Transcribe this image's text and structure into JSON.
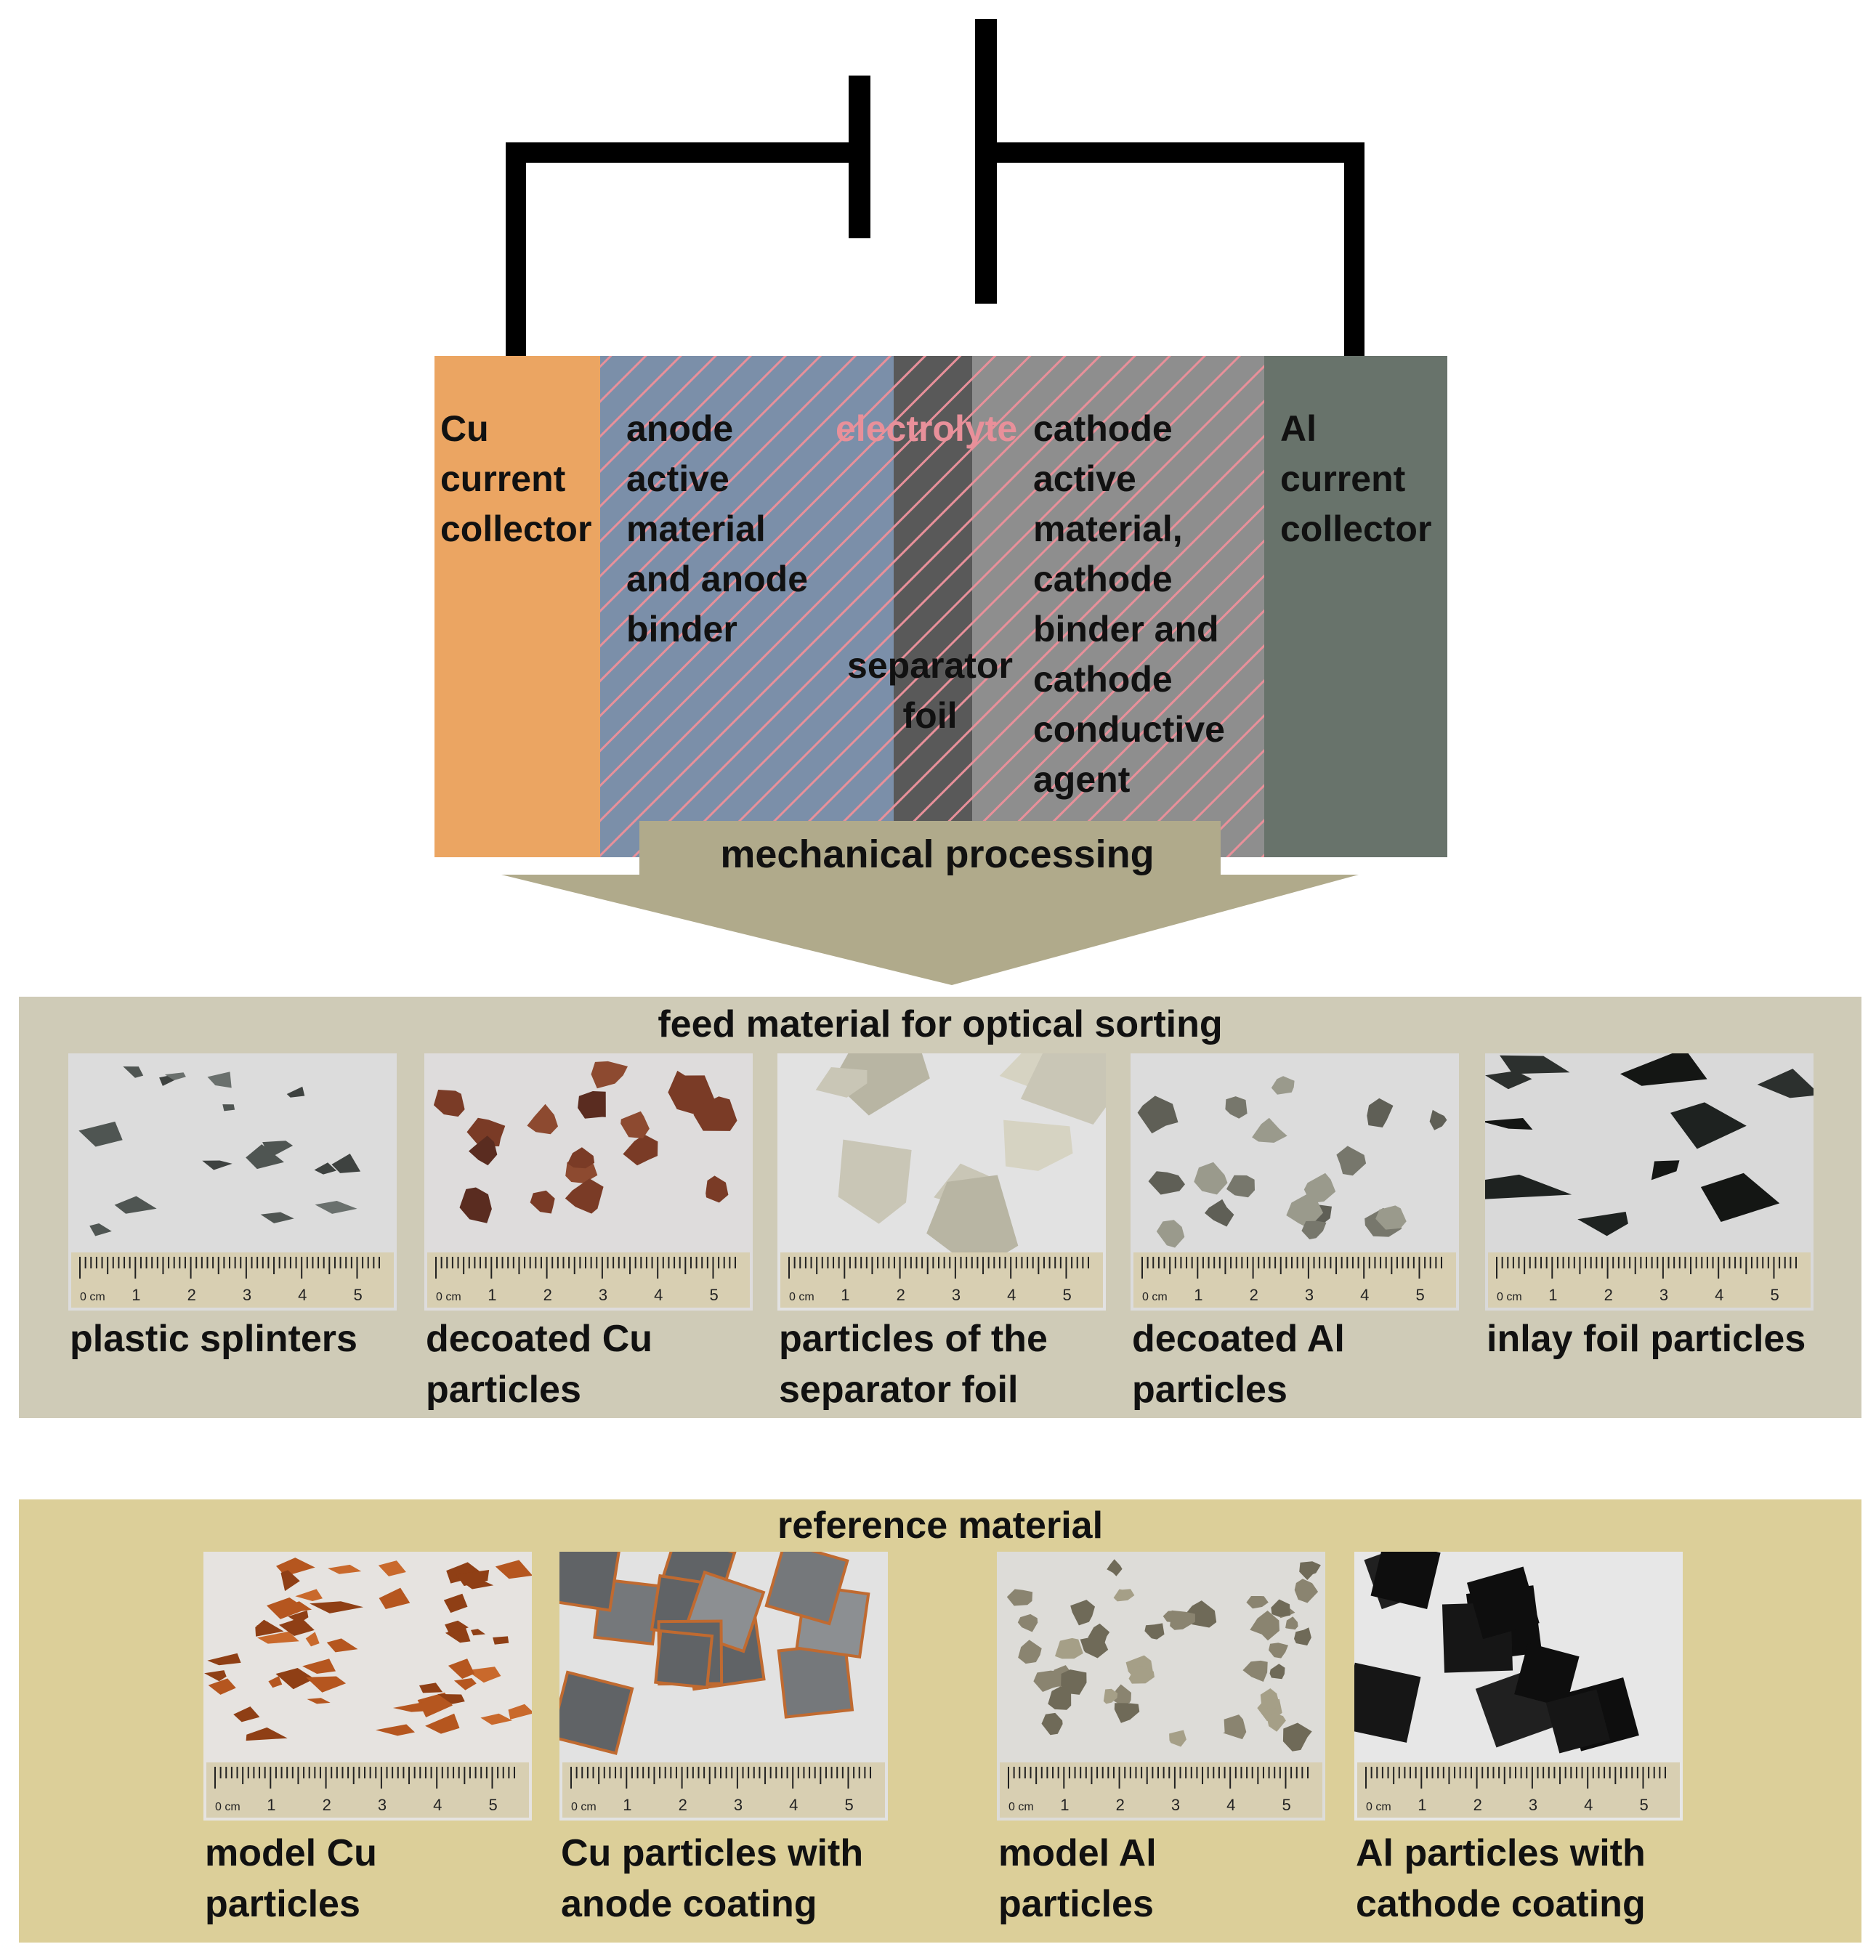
{
  "layers": {
    "cu": "Cu current collector",
    "cu_lines": [
      "Cu",
      "current",
      "collector"
    ],
    "anode_lines": [
      "anode",
      "active",
      "material",
      "and anode",
      "binder"
    ],
    "electrolyte": "electrolyte",
    "separator_lines": [
      "separator",
      "foil"
    ],
    "cathode_lines": [
      "cathode",
      "active",
      "material,",
      "cathode",
      "binder and",
      "cathode",
      "conductive",
      "agent"
    ],
    "al_lines": [
      "Al",
      "current",
      "collector"
    ]
  },
  "process": {
    "label": "mechanical processing"
  },
  "feed": {
    "title": "feed material for optical sorting",
    "items": [
      {
        "lines": [
          "plastic splinters"
        ],
        "photo": "plastic-splinters"
      },
      {
        "lines": [
          "decoated Cu",
          "particles"
        ],
        "photo": "decoated-cu"
      },
      {
        "lines": [
          "particles of the",
          "separator foil"
        ],
        "photo": "separator-foil"
      },
      {
        "lines": [
          "decoated Al",
          "particles"
        ],
        "photo": "decoated-al"
      },
      {
        "lines": [
          "inlay foil particles"
        ],
        "photo": "inlay-foil"
      }
    ]
  },
  "reference": {
    "title": "reference material",
    "items": [
      {
        "lines": [
          "model Cu",
          "particles"
        ],
        "photo": "model-cu"
      },
      {
        "lines": [
          "Cu particles with",
          "anode coating"
        ],
        "photo": "cu-anode-coating"
      },
      {
        "lines": [
          "model Al",
          "particles"
        ],
        "photo": "model-al"
      },
      {
        "lines": [
          "Al particles with",
          "cathode coating"
        ],
        "photo": "al-cathode-coating"
      }
    ]
  },
  "ruler": {
    "labels": [
      "0 cm",
      "1",
      "2",
      "3",
      "4",
      "5"
    ]
  },
  "colors": {
    "cu_collector": "#eba562",
    "anode": "#7b8fa9",
    "separator": "#595959",
    "cathode": "#8e8e8e",
    "al_collector": "#68736b",
    "hatch": "#e8909a",
    "electrolyte_text": "#e8909a",
    "arrow": "#b0aa8b",
    "feed_panel": "#cfcbb7",
    "reference_panel": "#dccf99"
  }
}
